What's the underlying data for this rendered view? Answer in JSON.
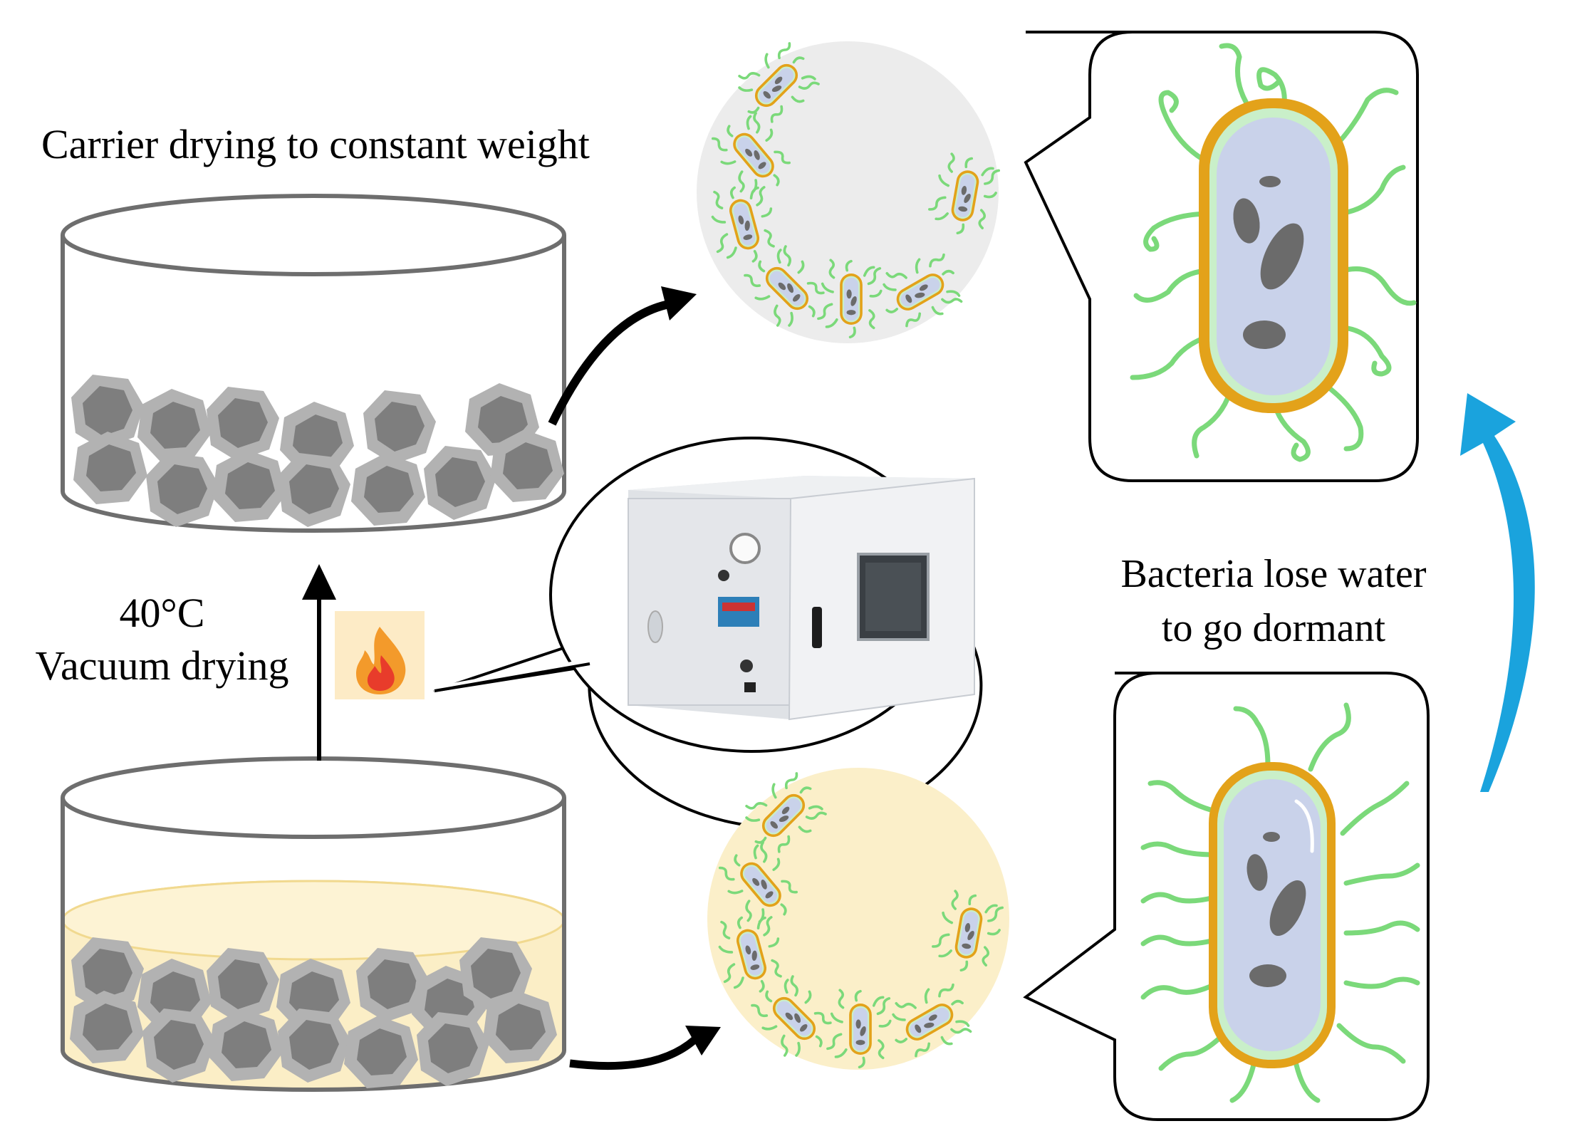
{
  "labels": {
    "top_caption": "Carrier drying to constant weight",
    "temperature": "40°C",
    "method": "Vacuum drying",
    "bacteria_caption_line1": "Bacteria lose water",
    "bacteria_caption_line2": "to go dormant"
  },
  "icons": {
    "heat": "flame-icon",
    "equipment": "vacuum-oven"
  },
  "colors": {
    "rock": "#7e7e7e",
    "rock_edge": "#b2b2b2",
    "beaker_outline": "#6e6e6e",
    "liquid": "#fbeec6",
    "flagella": "#7bd97a",
    "cell_wall": "#e3a21a",
    "cytoplasm": "#c9d2ea",
    "arrow_main": "#000000",
    "arrow_blue": "#1aa3dd",
    "circle_dry_bg": "#ececec",
    "circle_wet_bg": "#fbefc9"
  }
}
